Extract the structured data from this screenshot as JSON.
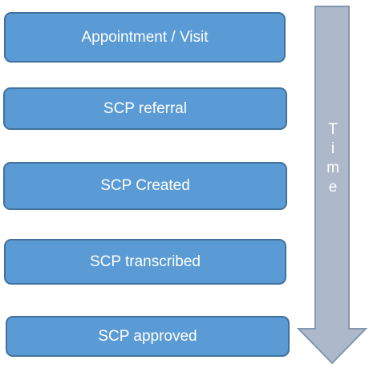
{
  "steps": [
    {
      "label": "Appointment / Visit"
    },
    {
      "label": "SCP referral"
    },
    {
      "label": "SCP Created"
    },
    {
      "label": "SCP transcribed"
    },
    {
      "label": "SCP approved"
    }
  ],
  "time_arrow": {
    "letters": [
      "T",
      "i",
      "m",
      "e"
    ],
    "fill_color": "#adb9ca",
    "stroke_color": "#8497b0"
  },
  "colors": {
    "step_fill": "#5b9bd5",
    "step_border": "#41719c",
    "step_text": "#ffffff"
  },
  "icons": {
    "arrow": "down-arrow-shape"
  }
}
